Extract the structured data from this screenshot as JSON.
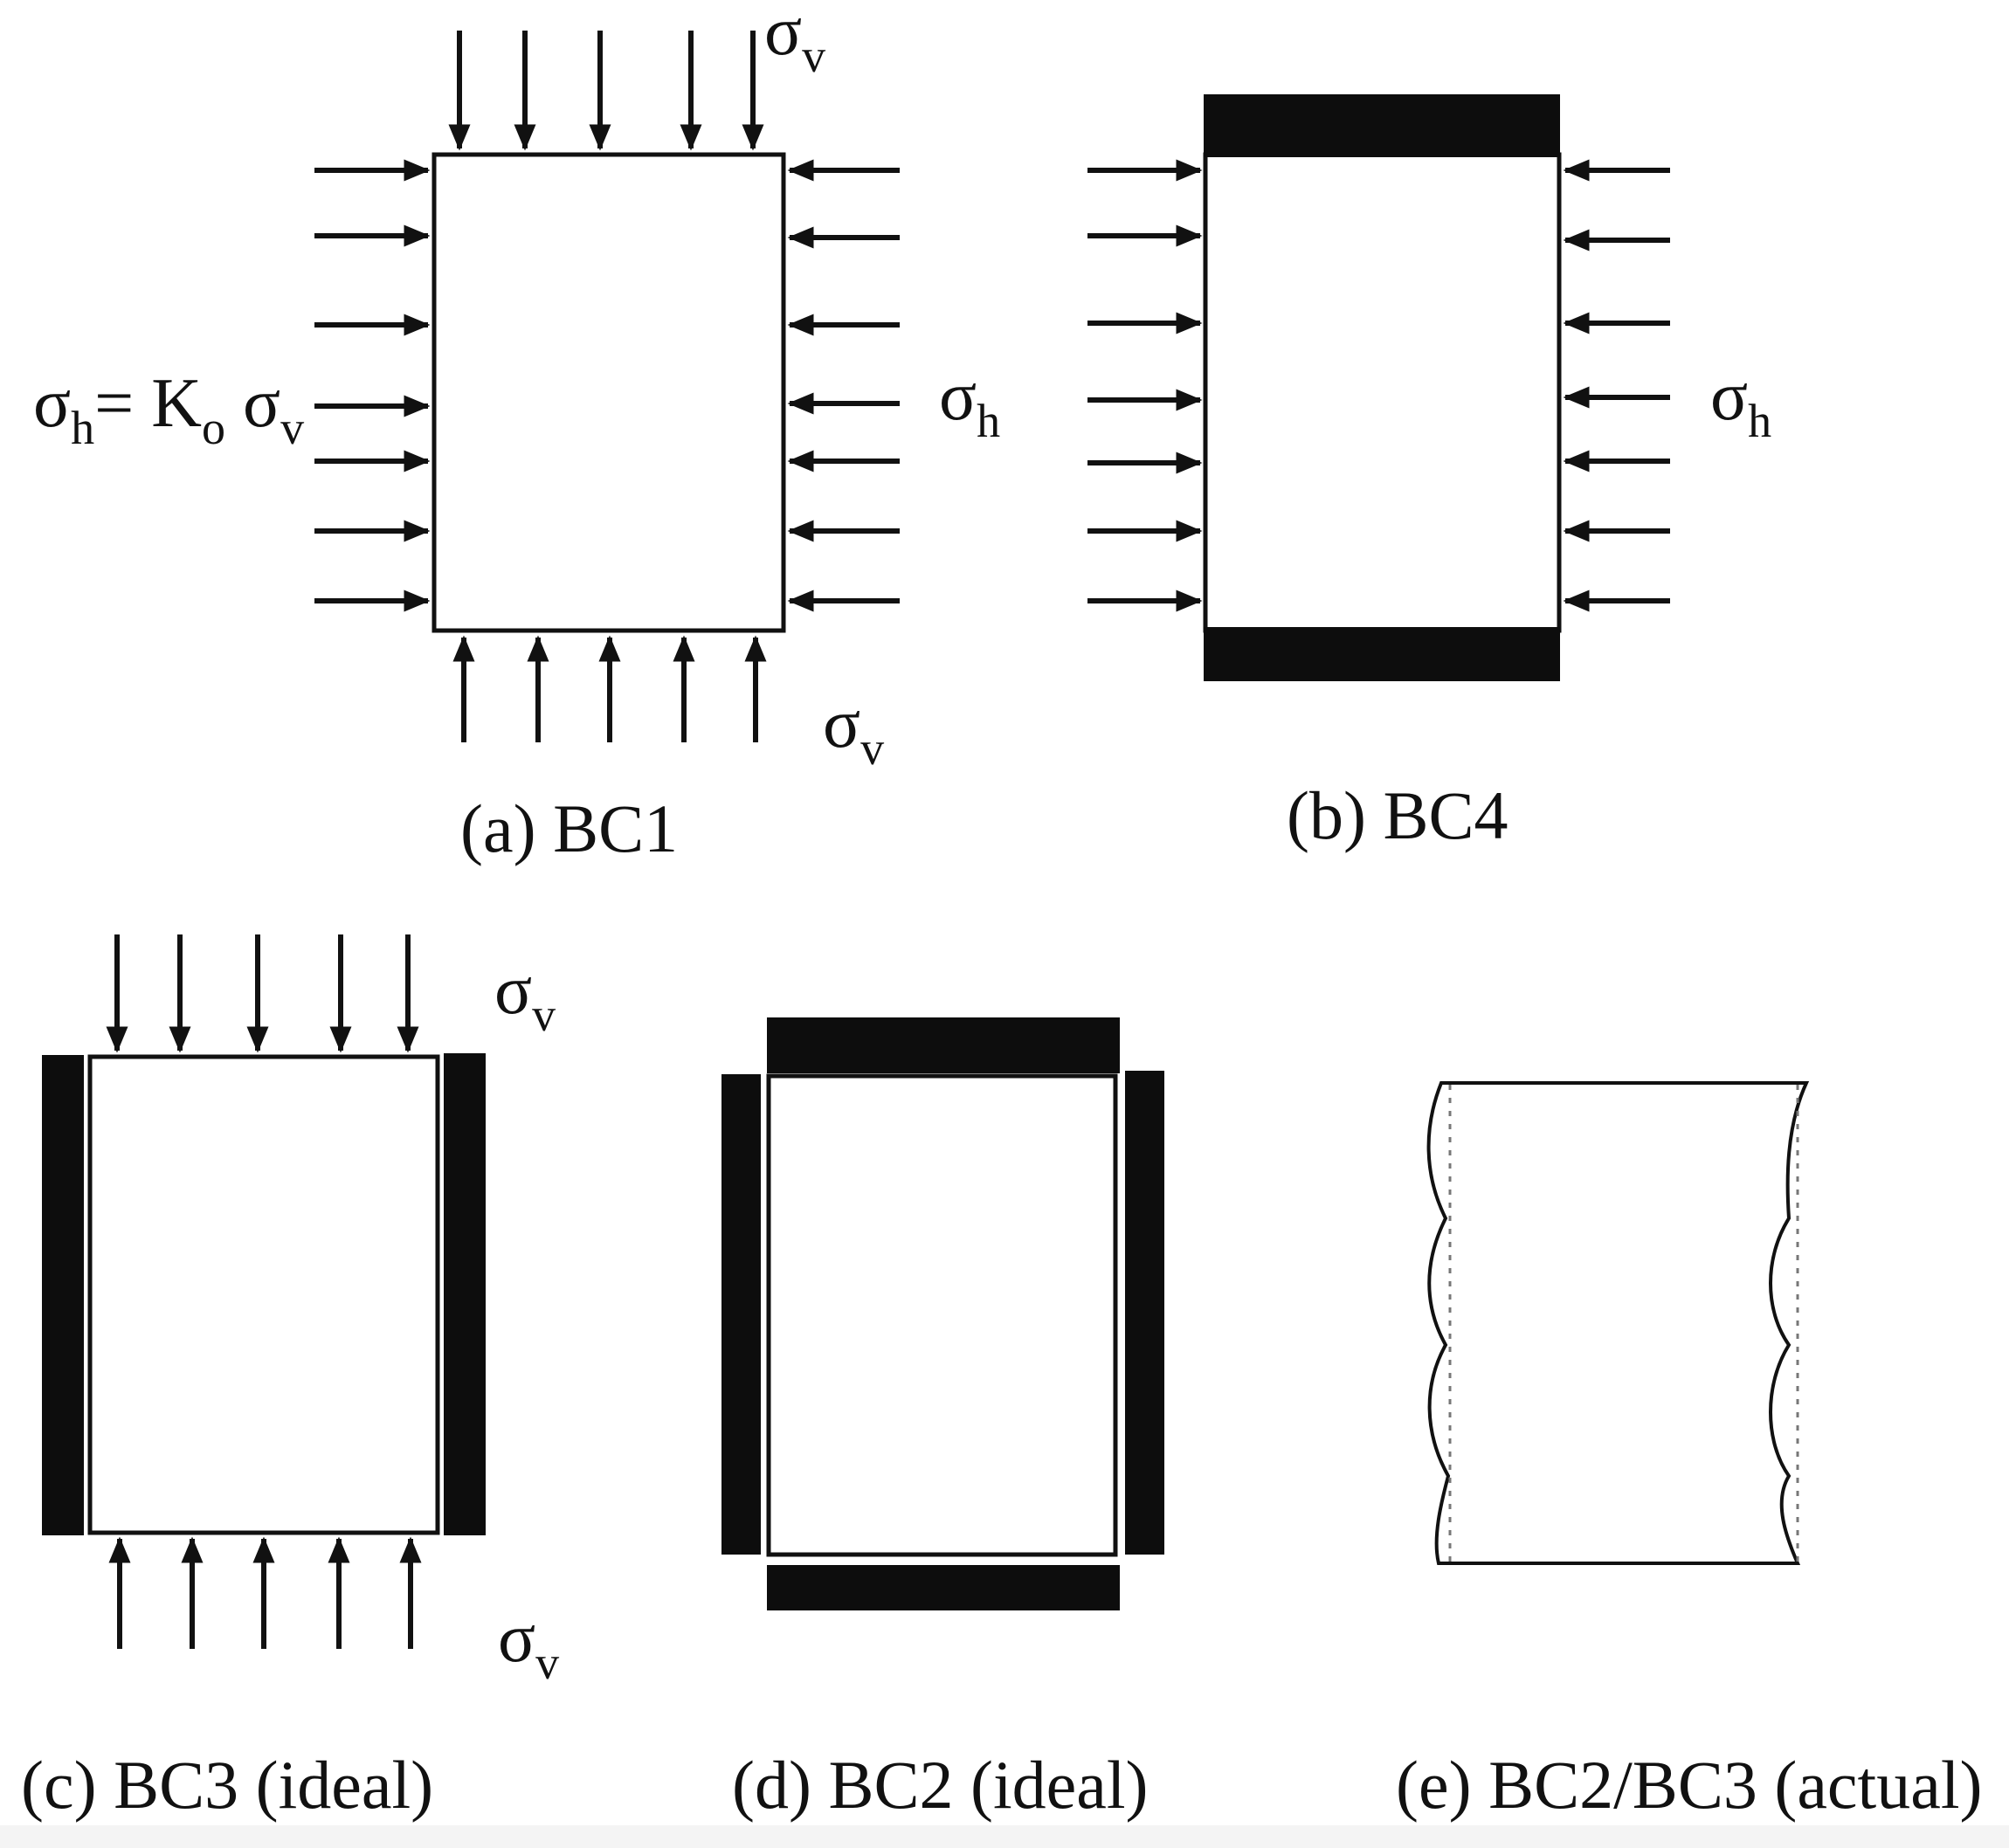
{
  "colors": {
    "ink": "#111111",
    "plate": "#0d0d0d",
    "background": "#ffffff"
  },
  "panels": {
    "a": {
      "caption": "(a) BC1",
      "sigma_v_top": {
        "base": "σ",
        "sub": "v"
      },
      "sigma_v_bottom": {
        "base": "σ",
        "sub": "v"
      },
      "sigma_h_left": {
        "base1": "σ",
        "sub1": "h",
        "mid": "= K",
        "sub2": "o",
        "base2": " σ",
        "sub3": "v"
      },
      "sigma_h_right": {
        "base": "σ",
        "sub": "h"
      }
    },
    "b": {
      "caption": "(b) BC4",
      "sigma_h_right": {
        "base": "σ",
        "sub": "h"
      }
    },
    "c": {
      "caption": "(c) BC3 (ideal)",
      "sigma_v_top": {
        "base": "σ",
        "sub": "v"
      },
      "sigma_v_bottom": {
        "base": "σ",
        "sub": "v"
      }
    },
    "d": {
      "caption": "(d) BC2 (ideal)"
    },
    "e": {
      "caption": "(e) BC2/BC3 (actual)"
    }
  }
}
